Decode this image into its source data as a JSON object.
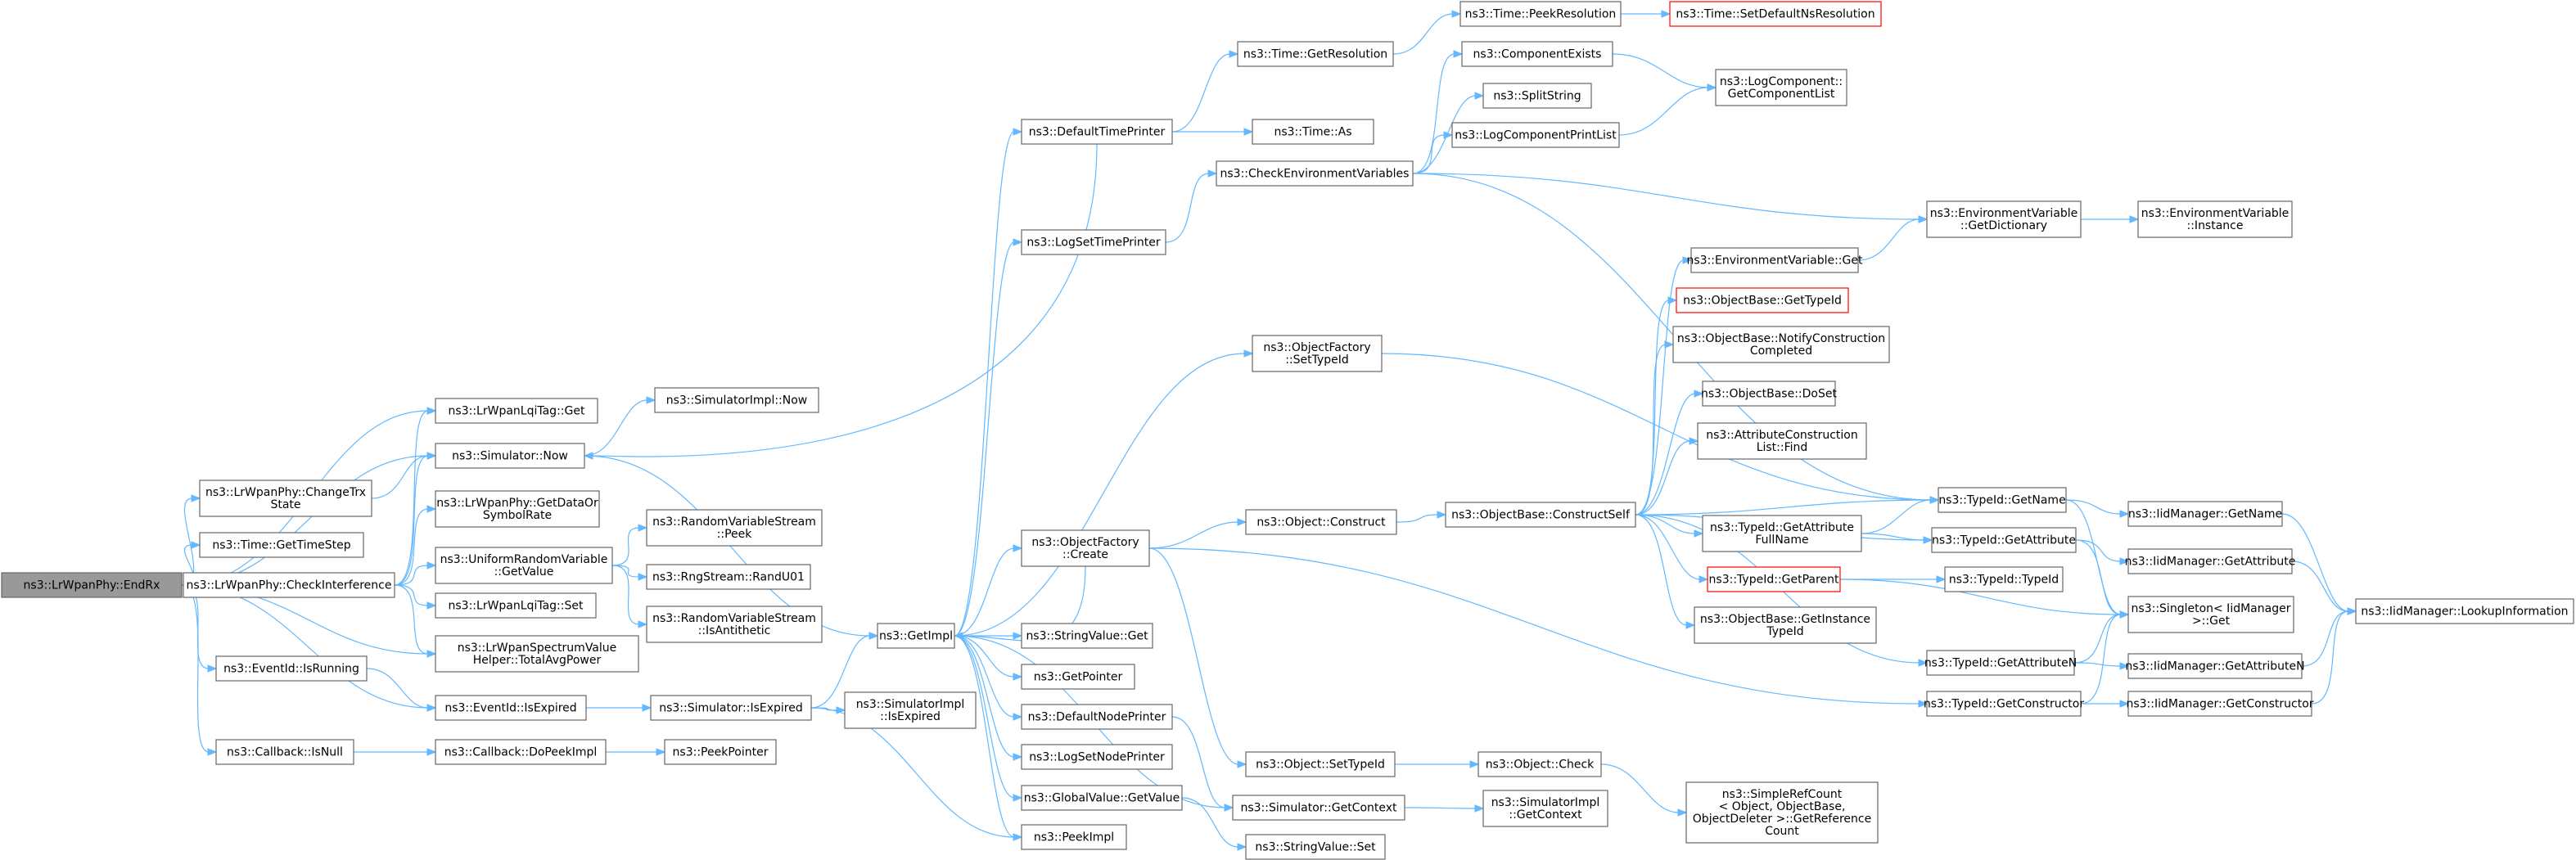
{
  "graph": {
    "colors": {
      "edge": "#63b8ff",
      "root_fill": "#999999",
      "border": "#666666",
      "error_border": "#ff0000",
      "background": "#ffffff"
    },
    "nodes": [
      {
        "id": "endrx",
        "lines": [
          "ns3::LrWpanPhy::EndRx"
        ],
        "root": true
      },
      {
        "id": "lqiget",
        "lines": [
          "ns3::LrWpanLqiTag::Get"
        ]
      },
      {
        "id": "simnow",
        "lines": [
          "ns3::Simulator::Now"
        ]
      },
      {
        "id": "changetrx",
        "lines": [
          "ns3::LrWpanPhy::ChangeTrx",
          "State"
        ]
      },
      {
        "id": "gettimestep",
        "lines": [
          "ns3::Time::GetTimeStep"
        ]
      },
      {
        "id": "checkint",
        "lines": [
          "ns3::LrWpanPhy::CheckInterference"
        ]
      },
      {
        "id": "evrunning",
        "lines": [
          "ns3::EventId::IsRunning"
        ]
      },
      {
        "id": "evexpired",
        "lines": [
          "ns3::EventId::IsExpired"
        ]
      },
      {
        "id": "cbisnull",
        "lines": [
          "ns3::Callback::IsNull"
        ]
      },
      {
        "id": "getdatarate",
        "lines": [
          "ns3::LrWpanPhy::GetDataOr",
          "SymbolRate"
        ]
      },
      {
        "id": "urvget",
        "lines": [
          "ns3::UniformRandomVariable",
          "::GetValue"
        ]
      },
      {
        "id": "lqiset",
        "lines": [
          "ns3::LrWpanLqiTag::Set"
        ]
      },
      {
        "id": "totalavg",
        "lines": [
          "ns3::LrWpanSpectrumValue",
          "Helper::TotalAvgPower"
        ]
      },
      {
        "id": "simexpired",
        "lines": [
          "ns3::Simulator::IsExpired"
        ]
      },
      {
        "id": "dopeek",
        "lines": [
          "ns3::Callback::DoPeekImpl"
        ]
      },
      {
        "id": "simimplnow",
        "lines": [
          "ns3::SimulatorImpl::Now"
        ]
      },
      {
        "id": "rvspeek",
        "lines": [
          "ns3::RandomVariableStream",
          "::Peek"
        ]
      },
      {
        "id": "randu01",
        "lines": [
          "ns3::RngStream::RandU01"
        ]
      },
      {
        "id": "isanti",
        "lines": [
          "ns3::RandomVariableStream",
          "::IsAntithetic"
        ]
      },
      {
        "id": "getimpl",
        "lines": [
          "ns3::GetImpl"
        ]
      },
      {
        "id": "simimplexp",
        "lines": [
          "ns3::SimulatorImpl",
          "::IsExpired"
        ]
      },
      {
        "id": "peekpointer",
        "lines": [
          "ns3::PeekPointer"
        ]
      },
      {
        "id": "deftimeprinter",
        "lines": [
          "ns3::DefaultTimePrinter"
        ]
      },
      {
        "id": "logsettime",
        "lines": [
          "ns3::LogSetTimePrinter"
        ]
      },
      {
        "id": "ofcreate",
        "lines": [
          "ns3::ObjectFactory",
          "::Create"
        ]
      },
      {
        "id": "strvalget",
        "lines": [
          "ns3::StringValue::Get"
        ]
      },
      {
        "id": "getpointer",
        "lines": [
          "ns3::GetPointer"
        ]
      },
      {
        "id": "defnodeprinter",
        "lines": [
          "ns3::DefaultNodePrinter"
        ]
      },
      {
        "id": "logsetnode",
        "lines": [
          "ns3::LogSetNodePrinter"
        ]
      },
      {
        "id": "gvget",
        "lines": [
          "ns3::GlobalValue::GetValue"
        ]
      },
      {
        "id": "peekimpl",
        "lines": [
          "ns3::PeekImpl"
        ]
      },
      {
        "id": "getres",
        "lines": [
          "ns3::Time::GetResolution"
        ]
      },
      {
        "id": "timeas",
        "lines": [
          "ns3::Time::As"
        ]
      },
      {
        "id": "checkenv",
        "lines": [
          "ns3::CheckEnvironmentVariables"
        ]
      },
      {
        "id": "ofsettype",
        "lines": [
          "ns3::ObjectFactory",
          "::SetTypeId"
        ]
      },
      {
        "id": "objconstruct",
        "lines": [
          "ns3::Object::Construct"
        ]
      },
      {
        "id": "objsettype",
        "lines": [
          "ns3::Object::SetTypeId"
        ]
      },
      {
        "id": "simgetctx",
        "lines": [
          "ns3::Simulator::GetContext"
        ]
      },
      {
        "id": "strvalset",
        "lines": [
          "ns3::StringValue::Set"
        ]
      },
      {
        "id": "peekres",
        "lines": [
          "ns3::Time::PeekResolution"
        ]
      },
      {
        "id": "setdefres",
        "lines": [
          "ns3::Time::SetDefaultNsResolution"
        ],
        "error": true
      },
      {
        "id": "compexists",
        "lines": [
          "ns3::ComponentExists"
        ]
      },
      {
        "id": "splitstring",
        "lines": [
          "ns3::SplitString"
        ]
      },
      {
        "id": "logcompprint",
        "lines": [
          "ns3::LogComponentPrintList"
        ]
      },
      {
        "id": "obconstructself",
        "lines": [
          "ns3::ObjectBase::ConstructSelf"
        ]
      },
      {
        "id": "objcheck",
        "lines": [
          "ns3::Object::Check"
        ]
      },
      {
        "id": "simimplctx",
        "lines": [
          "ns3::SimulatorImpl",
          "::GetContext"
        ]
      },
      {
        "id": "getcomplist",
        "lines": [
          "ns3::LogComponent::",
          "GetComponentList"
        ]
      },
      {
        "id": "envget",
        "lines": [
          "ns3::EnvironmentVariable::Get"
        ]
      },
      {
        "id": "obgettypeid",
        "lines": [
          "ns3::ObjectBase::GetTypeId"
        ],
        "error": true
      },
      {
        "id": "obnotify",
        "lines": [
          "ns3::ObjectBase::NotifyConstruction",
          "Completed"
        ]
      },
      {
        "id": "obdoset",
        "lines": [
          "ns3::ObjectBase::DoSet"
        ]
      },
      {
        "id": "acfind",
        "lines": [
          "ns3::AttributeConstruction",
          "List::Find"
        ]
      },
      {
        "id": "tidgetattrfull",
        "lines": [
          "ns3::TypeId::GetAttribute",
          "FullName"
        ]
      },
      {
        "id": "tidgetparent",
        "lines": [
          "ns3::TypeId::GetParent"
        ],
        "error": true
      },
      {
        "id": "obgetinstance",
        "lines": [
          "ns3::ObjectBase::GetInstance",
          "TypeId"
        ]
      },
      {
        "id": "simplerefcount",
        "lines": [
          "ns3::SimpleRefCount",
          "< Object, ObjectBase,",
          "ObjectDeleter >::GetReference",
          "Count"
        ]
      },
      {
        "id": "envdict",
        "lines": [
          "ns3::EnvironmentVariable",
          "::GetDictionary"
        ]
      },
      {
        "id": "tidgetname",
        "lines": [
          "ns3::TypeId::GetName"
        ]
      },
      {
        "id": "tidgetattr",
        "lines": [
          "ns3::TypeId::GetAttribute"
        ]
      },
      {
        "id": "tidtypeid",
        "lines": [
          "ns3::TypeId::TypeId"
        ]
      },
      {
        "id": "tidgetattrn",
        "lines": [
          "ns3::TypeId::GetAttributeN"
        ]
      },
      {
        "id": "tidgetctor",
        "lines": [
          "ns3::TypeId::GetConstructor"
        ]
      },
      {
        "id": "envinstance",
        "lines": [
          "ns3::EnvironmentVariable",
          "::Instance"
        ]
      },
      {
        "id": "iidgetname",
        "lines": [
          "ns3::IidManager::GetName"
        ]
      },
      {
        "id": "iidgetattr",
        "lines": [
          "ns3::IidManager::GetAttribute"
        ]
      },
      {
        "id": "singletonget",
        "lines": [
          "ns3::Singleton< IidManager",
          ">::Get"
        ]
      },
      {
        "id": "iidgetattrn",
        "lines": [
          "ns3::IidManager::GetAttributeN"
        ]
      },
      {
        "id": "iidgetctor",
        "lines": [
          "ns3::IidManager::GetConstructor"
        ]
      },
      {
        "id": "iidlookup",
        "lines": [
          "ns3::IidManager::LookupInformation"
        ]
      }
    ],
    "edges": [
      [
        "endrx",
        "lqiget"
      ],
      [
        "endrx",
        "simnow"
      ],
      [
        "endrx",
        "changetrx"
      ],
      [
        "endrx",
        "gettimestep"
      ],
      [
        "endrx",
        "checkint"
      ],
      [
        "endrx",
        "totalavg"
      ],
      [
        "endrx",
        "evrunning"
      ],
      [
        "endrx",
        "evexpired"
      ],
      [
        "endrx",
        "cbisnull"
      ],
      [
        "changetrx",
        "simnow"
      ],
      [
        "checkint",
        "lqiget"
      ],
      [
        "checkint",
        "simnow"
      ],
      [
        "checkint",
        "getdatarate"
      ],
      [
        "checkint",
        "urvget"
      ],
      [
        "checkint",
        "lqiset"
      ],
      [
        "checkint",
        "totalavg"
      ],
      [
        "evrunning",
        "evexpired"
      ],
      [
        "evexpired",
        "simexpired"
      ],
      [
        "cbisnull",
        "dopeek"
      ],
      [
        "dopeek",
        "peekpointer"
      ],
      [
        "simnow",
        "simimplnow"
      ],
      [
        "simnow",
        "getimpl"
      ],
      [
        "urvget",
        "rvspeek"
      ],
      [
        "urvget",
        "randu01"
      ],
      [
        "urvget",
        "isanti"
      ],
      [
        "simexpired",
        "getimpl"
      ],
      [
        "simexpired",
        "simimplexp"
      ],
      [
        "simexpired",
        "peekimpl"
      ],
      [
        "getimpl",
        "deftimeprinter"
      ],
      [
        "getimpl",
        "logsettime"
      ],
      [
        "getimpl",
        "ofcreate"
      ],
      [
        "getimpl",
        "ofsettype"
      ],
      [
        "getimpl",
        "strvalget"
      ],
      [
        "getimpl",
        "getpointer"
      ],
      [
        "getimpl",
        "defnodeprinter"
      ],
      [
        "getimpl",
        "logsetnode"
      ],
      [
        "getimpl",
        "gvget"
      ],
      [
        "getimpl",
        "peekimpl"
      ],
      [
        "getimpl",
        "simgetctx"
      ],
      [
        "deftimeprinter",
        "simnow"
      ],
      [
        "deftimeprinter",
        "getres"
      ],
      [
        "deftimeprinter",
        "timeas"
      ],
      [
        "getres",
        "peekres"
      ],
      [
        "peekres",
        "setdefres"
      ],
      [
        "logsettime",
        "checkenv"
      ],
      [
        "checkenv",
        "compexists"
      ],
      [
        "checkenv",
        "splitstring"
      ],
      [
        "checkenv",
        "logcompprint"
      ],
      [
        "checkenv",
        "envdict"
      ],
      [
        "checkenv",
        "tidgetname"
      ],
      [
        "compexists",
        "getcomplist"
      ],
      [
        "logcompprint",
        "getcomplist"
      ],
      [
        "ofcreate",
        "getimpl"
      ],
      [
        "ofcreate",
        "objconstruct"
      ],
      [
        "ofcreate",
        "objsettype"
      ],
      [
        "ofcreate",
        "tidgetctor"
      ],
      [
        "ofsettype",
        "tidgetname"
      ],
      [
        "objconstruct",
        "obconstructself"
      ],
      [
        "obconstructself",
        "envget"
      ],
      [
        "obconstructself",
        "obgettypeid"
      ],
      [
        "obconstructself",
        "obnotify"
      ],
      [
        "obconstructself",
        "obdoset"
      ],
      [
        "obconstructself",
        "acfind"
      ],
      [
        "obconstructself",
        "tidgetattrfull"
      ],
      [
        "obconstructself",
        "tidgetname"
      ],
      [
        "obconstructself",
        "tidgetattr"
      ],
      [
        "obconstructself",
        "tidgetparent"
      ],
      [
        "obconstructself",
        "obgetinstance"
      ],
      [
        "obconstructself",
        "tidgetattrn"
      ],
      [
        "envget",
        "envdict"
      ],
      [
        "envdict",
        "envinstance"
      ],
      [
        "tidgetattrfull",
        "tidgetname"
      ],
      [
        "tidgetattrfull",
        "tidgetattr"
      ],
      [
        "tidgetparent",
        "tidtypeid"
      ],
      [
        "tidgetparent",
        "singletonget"
      ],
      [
        "tidgetname",
        "iidgetname"
      ],
      [
        "tidgetname",
        "singletonget"
      ],
      [
        "tidgetattr",
        "iidgetattr"
      ],
      [
        "tidgetattr",
        "singletonget"
      ],
      [
        "tidgetattrn",
        "iidgetattrn"
      ],
      [
        "tidgetattrn",
        "singletonget"
      ],
      [
        "tidgetctor",
        "iidgetctor"
      ],
      [
        "tidgetctor",
        "singletonget"
      ],
      [
        "iidgetname",
        "iidlookup"
      ],
      [
        "iidgetattr",
        "iidlookup"
      ],
      [
        "iidgetattrn",
        "iidlookup"
      ],
      [
        "iidgetctor",
        "iidlookup"
      ],
      [
        "objsettype",
        "objcheck"
      ],
      [
        "objcheck",
        "simplerefcount"
      ],
      [
        "defnodeprinter",
        "simgetctx"
      ],
      [
        "gvget",
        "strvalset"
      ],
      [
        "simgetctx",
        "simimplctx"
      ]
    ]
  }
}
